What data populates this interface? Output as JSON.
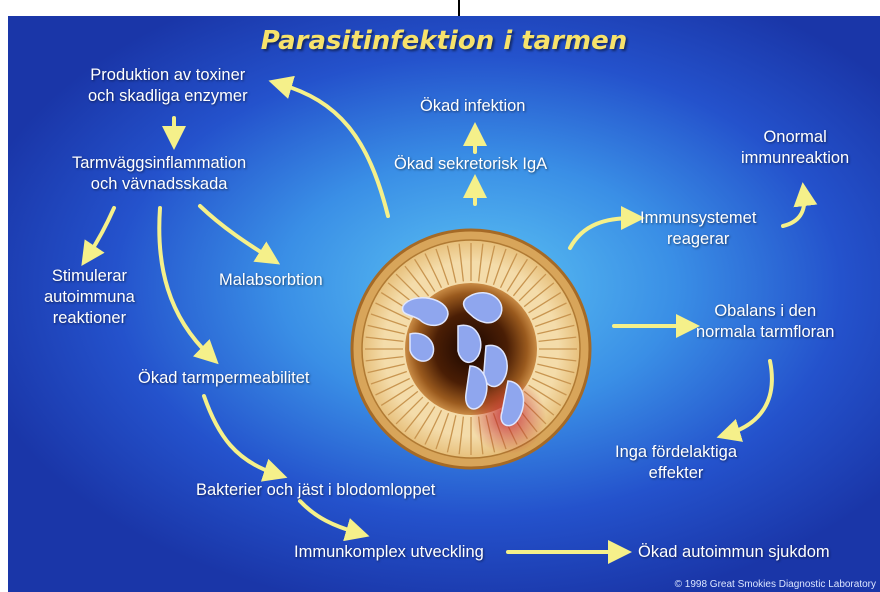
{
  "title": "Parasitinfektion i tarmen",
  "labels": {
    "toxins": "Produktion av toxiner\noch skadliga enzymer",
    "inflammation": "Tarmväggsinflammation\noch vävnadsskada",
    "autoimmune": "Stimulerar\nautoimmuna\nreaktioner",
    "malabsorption": "Malabsorbtion",
    "permeability": "Ökad tarmpermeabilitet",
    "bacteria": "Bakterier och jäst i blodomloppet",
    "immunocomplex": "Immunkomplex utveckling",
    "autoimmune_disease": "Ökad autoimmun sjukdom",
    "infection": "Ökad infektion",
    "iga": "Ökad sekretorisk IgA",
    "abnormal": "Onormal\nimmunreaktion",
    "immune_reacts": "Immunsystemet\nreagerar",
    "imbalance": "Obalans i den\nnormala tarmfloran",
    "no_effects": "Inga fördelaktiga\neffekter"
  },
  "copyright": "© 1998 Great Smokies Diagnostic Laboratory",
  "colors": {
    "arrow": "#f5f08a",
    "title": "#f7e26b",
    "text": "#ffffff"
  }
}
